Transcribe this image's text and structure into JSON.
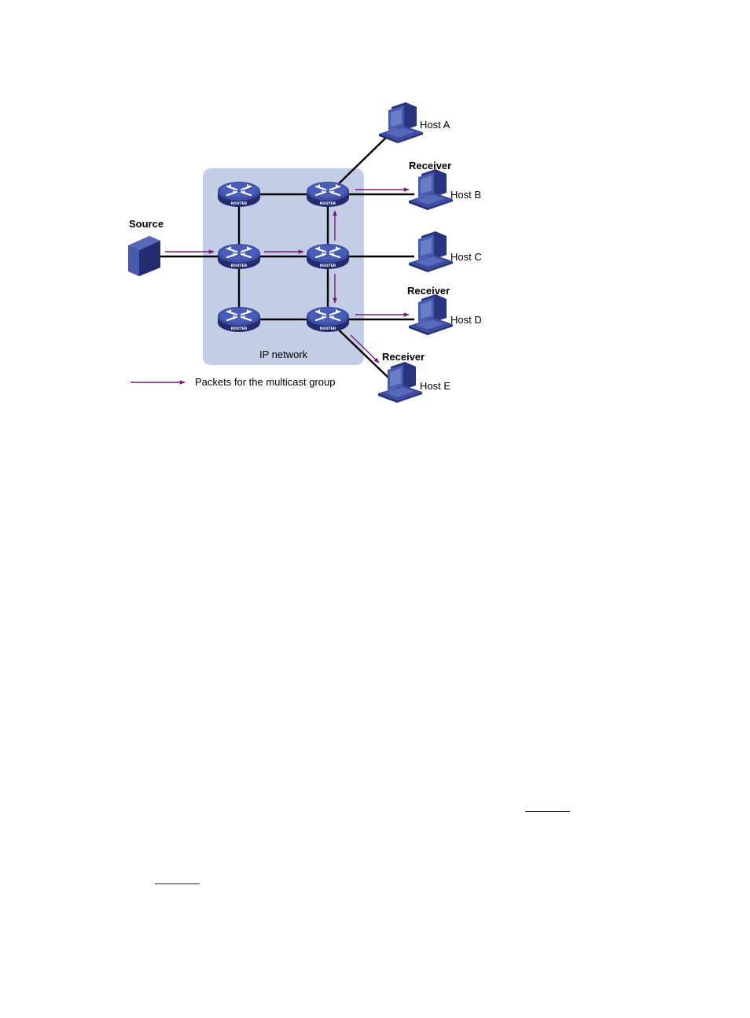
{
  "diagram": {
    "network_label": "IP network",
    "source_label": "Source",
    "router_text": "ROUTER",
    "legend_label": "Packets for the multicast group",
    "hosts": [
      {
        "id": "a",
        "name": "Host A",
        "role": ""
      },
      {
        "id": "b",
        "name": "Host B",
        "role": "Receiver"
      },
      {
        "id": "c",
        "name": "Host C",
        "role": ""
      },
      {
        "id": "d",
        "name": "Host D",
        "role": "Receiver"
      },
      {
        "id": "e",
        "name": "Host E",
        "role": "Receiver"
      }
    ]
  },
  "colors": {
    "network_fill": "#c3cde6",
    "router": "#3c4fa6",
    "flow_arrow": "#7a1a7a",
    "host": "#3e4aa0"
  }
}
